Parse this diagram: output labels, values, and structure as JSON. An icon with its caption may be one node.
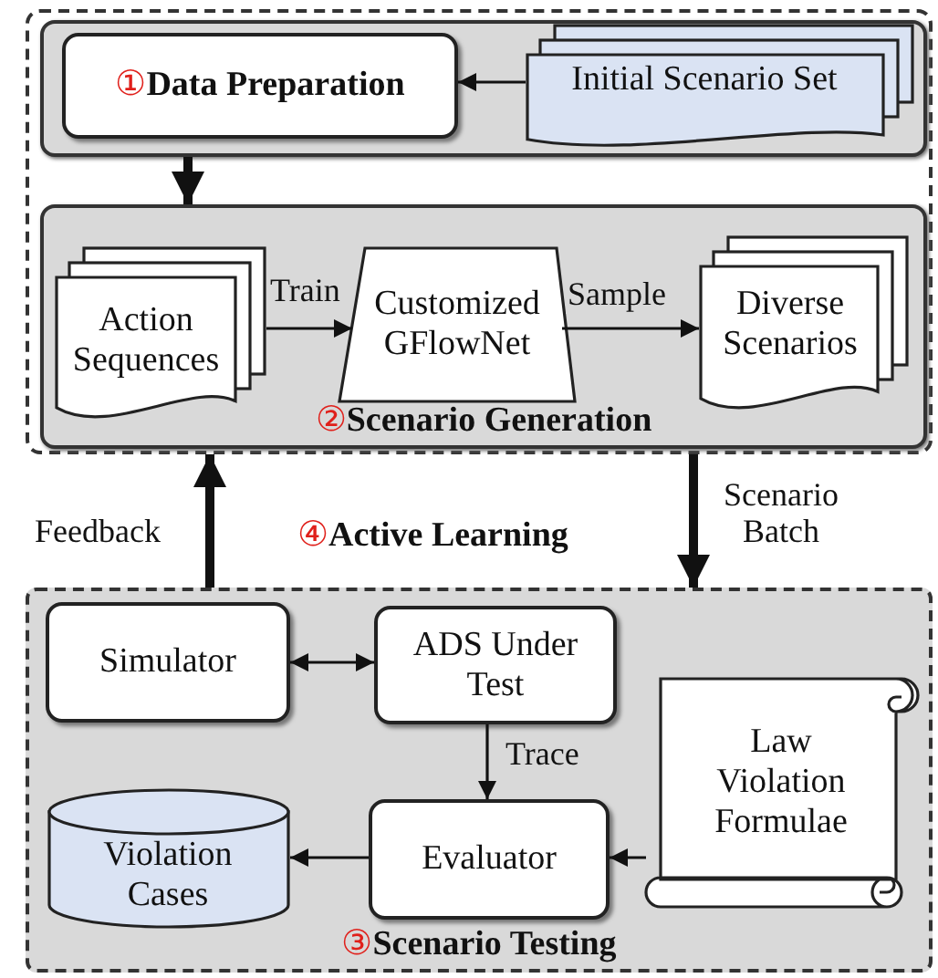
{
  "diagram": {
    "nodes": [
      {
        "text": [],
        "shape": "box"
      },
      {
        "text": [],
        "shape": "box",
        "in": 0
      },
      {
        "text": [
          "①Data Preparation"
        ],
        "in": 1
      },
      {
        "text": [
          "Initial Scenario Set"
        ],
        "in": 1
      },
      {
        "text": [
          "②Scenario Generation"
        ],
        "in": 0
      },
      {
        "text": [
          "Action Sequences"
        ],
        "in": 4
      },
      {
        "text": [
          "Customized GFlowNet"
        ],
        "in": 4
      },
      {
        "text": [
          "Diverse Scenarios"
        ],
        "in": 4
      },
      {
        "text": [
          "③Scenario Testing"
        ]
      },
      {
        "text": [
          "Simulator"
        ],
        "in": 8
      },
      {
        "text": [
          "ADS Under Test"
        ],
        "in": 8
      },
      {
        "text": [
          "Law Violation Formulae"
        ],
        "in": 8
      },
      {
        "text": [
          "Violation Cases"
        ],
        "in": 8
      },
      {
        "text": [
          "Evaluator"
        ],
        "in": 8
      }
    ],
    "edges": [
      {
        "from": 3,
        "to": 2,
        "arrow": "to"
      },
      {
        "from": 1,
        "to": 4,
        "arrow": "to",
        "style": "thick"
      },
      {
        "from": 5,
        "to": 6,
        "arrow": "to",
        "label": "Train"
      },
      {
        "from": 6,
        "to": 7,
        "arrow": "to",
        "label": "Sample"
      },
      {
        "from": 0,
        "to": 8,
        "arrow": "to",
        "label": "Scenario Batch",
        "style": "thick"
      },
      {
        "from": 8,
        "to": 0,
        "arrow": "to",
        "label": "Feedback",
        "style": "thick"
      },
      {
        "from": 9,
        "to": 10,
        "arrow": "both"
      },
      {
        "from": 10,
        "to": 13,
        "arrow": "to",
        "label": "Trace"
      },
      {
        "from": 11,
        "to": 13,
        "arrow": "to"
      },
      {
        "from": 13,
        "to": 12,
        "arrow": "to"
      }
    ],
    "labels": [
      "④Active Learning"
    ]
  }
}
